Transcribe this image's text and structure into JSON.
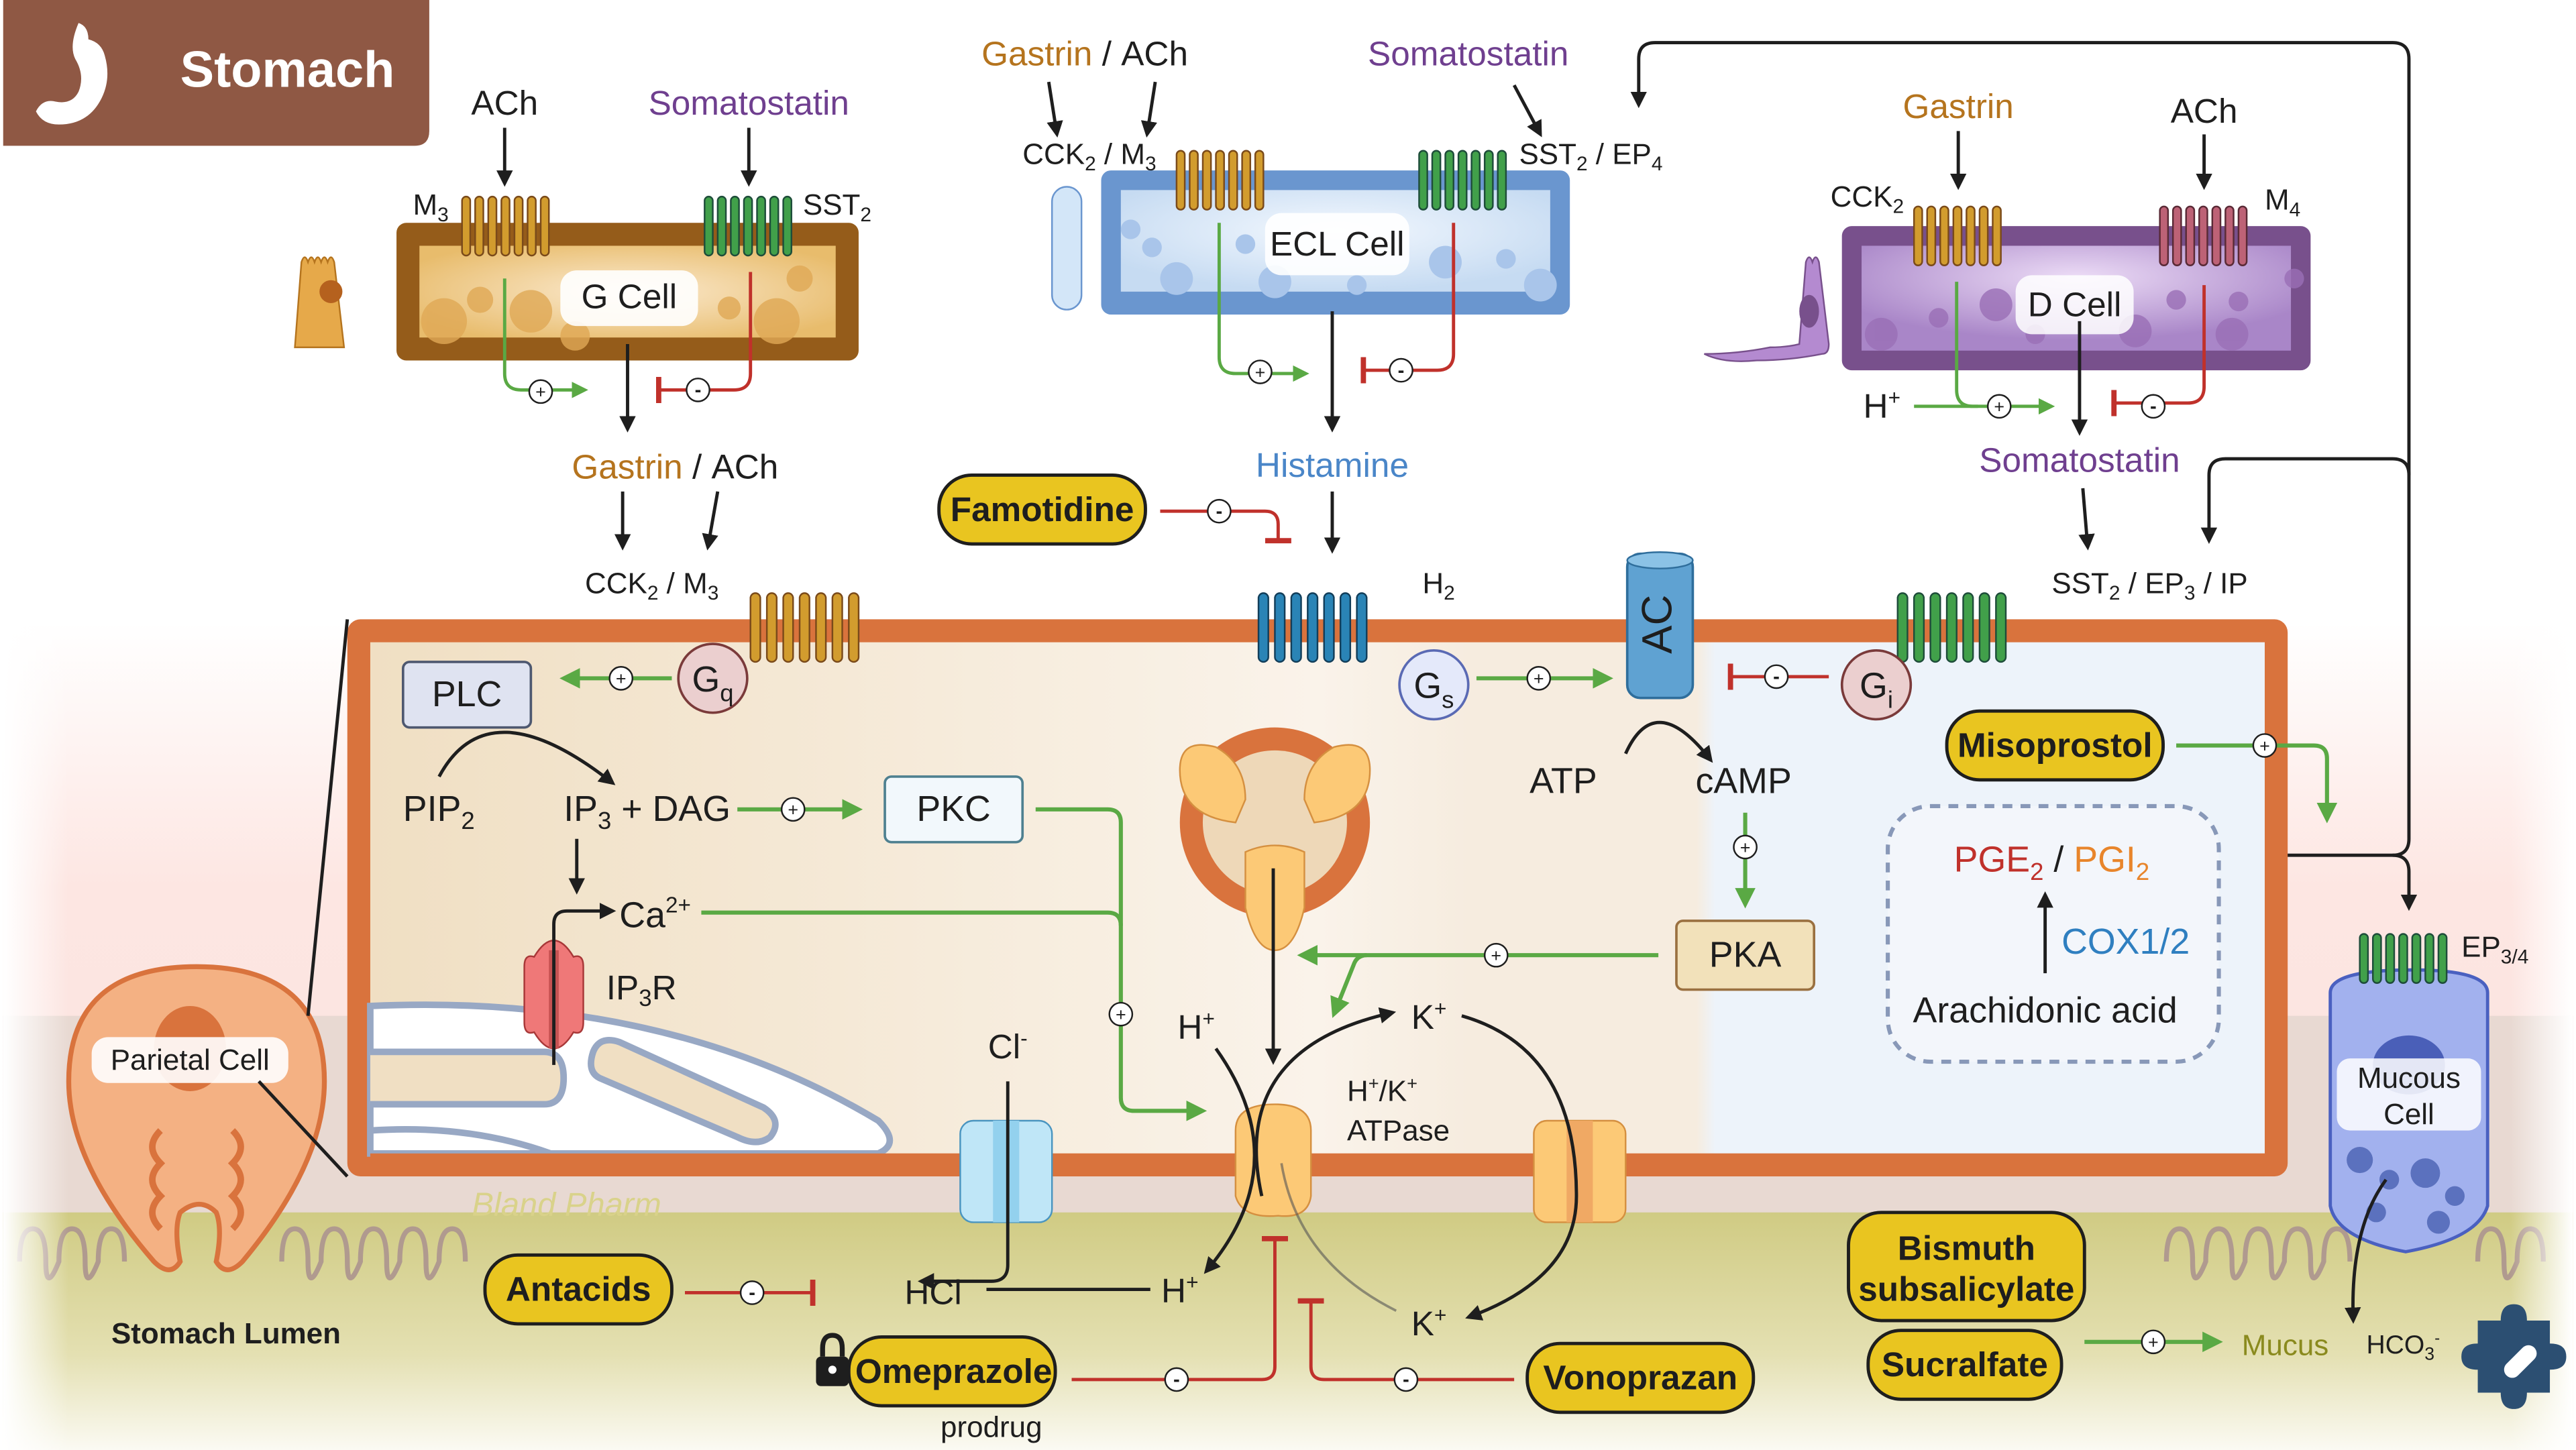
{
  "header": {
    "title": "Stomach",
    "icon": "stomach-icon",
    "color": "#8f5844"
  },
  "colors": {
    "gastrin": "#b5741e",
    "somatostatin": "#6f3f8f",
    "histamine": "#4a86c8",
    "stimulate": "#5aa944",
    "inhibit": "#c0312b",
    "drug_fill": "#e9c520",
    "parietal_membrane": "#d9733d",
    "pge2": "#c0312b",
    "pgi2": "#e8852b",
    "cox": "#2f7fc0",
    "mucus": "#8a8a1e"
  },
  "g_cell": {
    "label": "G Cell",
    "inputs": [
      {
        "name": "ACh",
        "receptor": "M",
        "receptor_sub": "3"
      },
      {
        "name": "Somatostatin",
        "receptor": "SST",
        "receptor_sub": "2"
      }
    ],
    "output": {
      "gastrin": "Gastrin",
      "sep": " / ",
      "ach": "ACh"
    },
    "plus": "+",
    "minus": "-"
  },
  "ecl_cell": {
    "label": "ECL Cell",
    "input_left": {
      "gastrin": "Gastrin",
      "sep": " / ",
      "ach": "ACh",
      "receptor_a": "CCK",
      "receptor_a_sub": "2",
      "receptor_b": " / M",
      "receptor_b_sub": "3"
    },
    "input_right": {
      "name": "Somatostatin",
      "receptor_a": "SST",
      "receptor_a_sub": "2",
      "receptor_b": " / EP",
      "receptor_b_sub": "4"
    },
    "output": "Histamine"
  },
  "d_cell": {
    "label": "D Cell",
    "inputs": [
      {
        "name": "Gastrin",
        "receptor": "CCK",
        "receptor_sub": "2"
      },
      {
        "name": "ACh",
        "receptor": "M",
        "receptor_sub": "4"
      }
    ],
    "proton": {
      "base": "H",
      "sup": "+"
    },
    "output": "Somatostatin"
  },
  "parietal": {
    "top_input": {
      "gastrin": "Gastrin",
      "sep": " / ",
      "ach": "ACh"
    },
    "receptor_cck": {
      "a": "CCK",
      "a_sub": "2",
      "b": " / M",
      "b_sub": "3"
    },
    "receptor_h2": {
      "a": "H",
      "a_sub": "2"
    },
    "receptor_sst": {
      "a": "SST",
      "a_sub": "2",
      "b": " / EP",
      "b_sub": "3",
      "c": " / IP"
    },
    "gq": {
      "a": "G",
      "sub": "q"
    },
    "gs": {
      "a": "G",
      "sub": "s"
    },
    "gi": {
      "a": "G",
      "sub": "i"
    },
    "plc": "PLC",
    "pip2": {
      "a": "PIP",
      "sub": "2"
    },
    "ip3dag": {
      "a": "IP",
      "sub": "3",
      "b": " + DAG"
    },
    "pkc": "PKC",
    "ca": {
      "a": "Ca",
      "sup": "2+"
    },
    "ip3r": {
      "a": "IP",
      "sub": "3",
      "b": "R"
    },
    "ac": "AC",
    "atp": "ATP",
    "camp": "cAMP",
    "pka": "PKA",
    "cl": {
      "a": "Cl",
      "sup": "-"
    },
    "h_in": {
      "a": "H",
      "sup": "+"
    },
    "k_in": {
      "a": "K",
      "sup": "+"
    },
    "h_out": {
      "a": "H",
      "sup": "+"
    },
    "k_out": {
      "a": "K",
      "sup": "+"
    },
    "pump": {
      "l1a": "H",
      "l1sup": "+",
      "l1b": "/K",
      "l1sup2": "+",
      "l2": "ATPase"
    },
    "hcl": "HCl",
    "cell_label": "Parietal Cell",
    "prostaglandin_box": {
      "pge2": "PGE",
      "pge2_sub": "2",
      "sep": " / ",
      "pgi2": "PGI",
      "pgi2_sub": "2",
      "enzyme": "COX1/2",
      "substrate": "Arachidonic acid"
    }
  },
  "mucous_cell": {
    "label_line1": "Mucous",
    "label_line2": "Cell",
    "receptor": "EP",
    "receptor_sub": "3/4",
    "mucus": "Mucus",
    "bicarb": {
      "a": "HCO",
      "sub": "3",
      "sup": "-"
    }
  },
  "lumen_label": "Stomach Lumen",
  "watermark": "Bland Pharm",
  "drugs": {
    "famotidine": "Famotidine",
    "misoprostol": "Misoprostol",
    "antacids": "Antacids",
    "omeprazole": "Omeprazole",
    "omeprazole_note": "prodrug",
    "vonoprazan": "Vonoprazan",
    "bismuth_l1": "Bismuth",
    "bismuth_l2": "subsalicylate",
    "sucralfate": "Sucralfate"
  },
  "signs": {
    "plus": "+",
    "minus": "-"
  },
  "logo": "puzzle-pill-logo"
}
